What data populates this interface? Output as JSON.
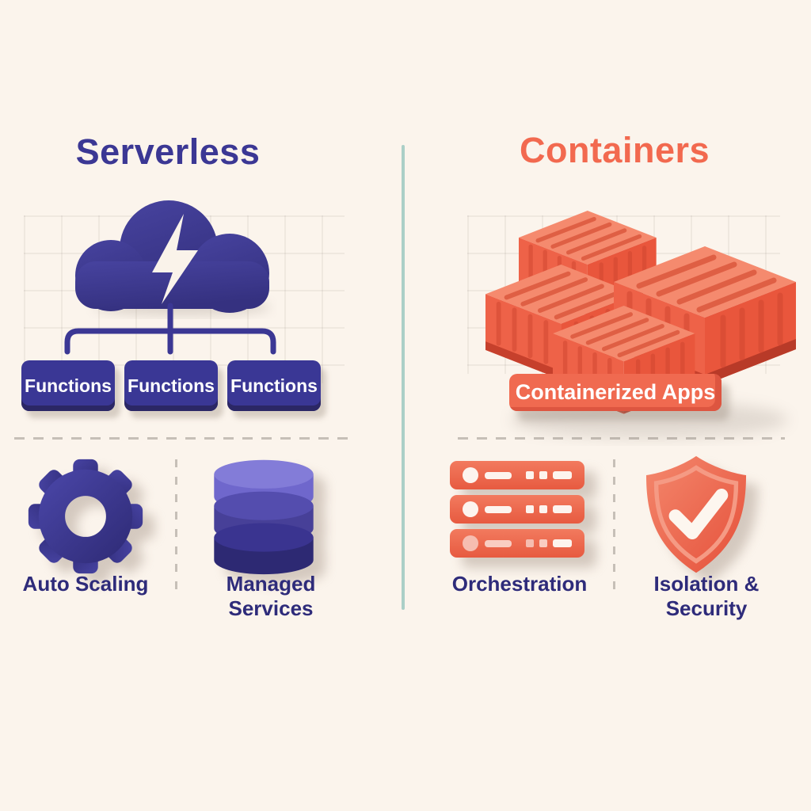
{
  "panels": {
    "serverless": {
      "title": "Serverless",
      "function_boxes": [
        "Functions",
        "Functions",
        "Functions"
      ],
      "features": [
        {
          "icon": "gear-icon",
          "label": "Auto Scaling"
        },
        {
          "icon": "database-icon",
          "label": "Managed Services"
        }
      ]
    },
    "containers": {
      "title": "Containers",
      "apps_label": "Containerized Apps",
      "features": [
        {
          "icon": "server-rack-icon",
          "label": "Orchestration"
        },
        {
          "icon": "shield-check-icon",
          "label": "Isolation & Security"
        }
      ]
    }
  },
  "colors": {
    "background": "#fbf4ec",
    "serverless_accent": "#3b3794",
    "serverless_dark": "#2b2765",
    "containers_accent": "#ef6450",
    "label_text": "#2e2b7a",
    "divider_teal": "#abcfc7",
    "dash_gray": "#c6bfb7",
    "box_text": "#ffffff"
  }
}
